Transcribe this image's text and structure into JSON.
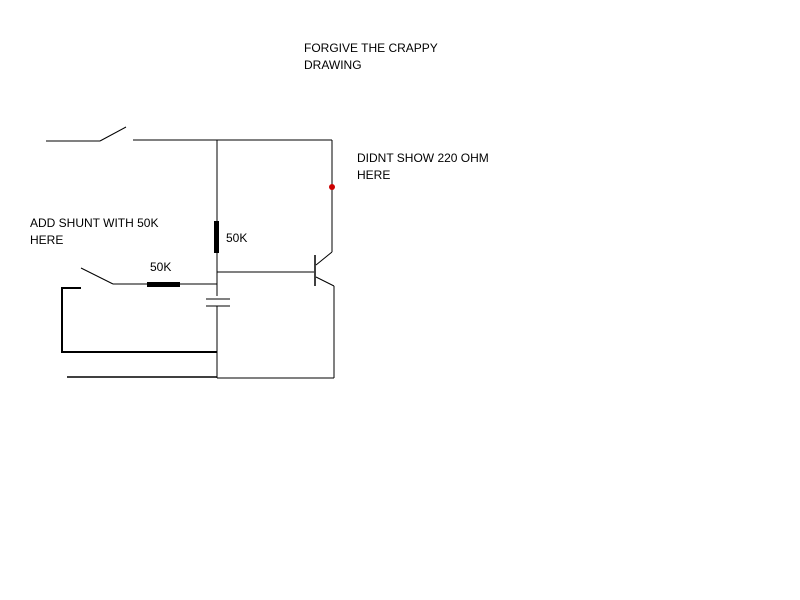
{
  "notes": {
    "title_line1": "FORGIVE THE CRAPPY",
    "title_line2": "DRAWING",
    "resistor_note_line1": "DIDNT SHOW 220 OHM",
    "resistor_note_line2": "HERE",
    "shunt_note_line1": "ADD SHUNT WITH 50K",
    "shunt_note_line2": "HERE"
  },
  "components": {
    "vertical_resistor_label": "50K",
    "horizontal_resistor_label": "50K"
  },
  "colors": {
    "line": "#000000",
    "marker": "#cc0000",
    "background": "#ffffff"
  }
}
